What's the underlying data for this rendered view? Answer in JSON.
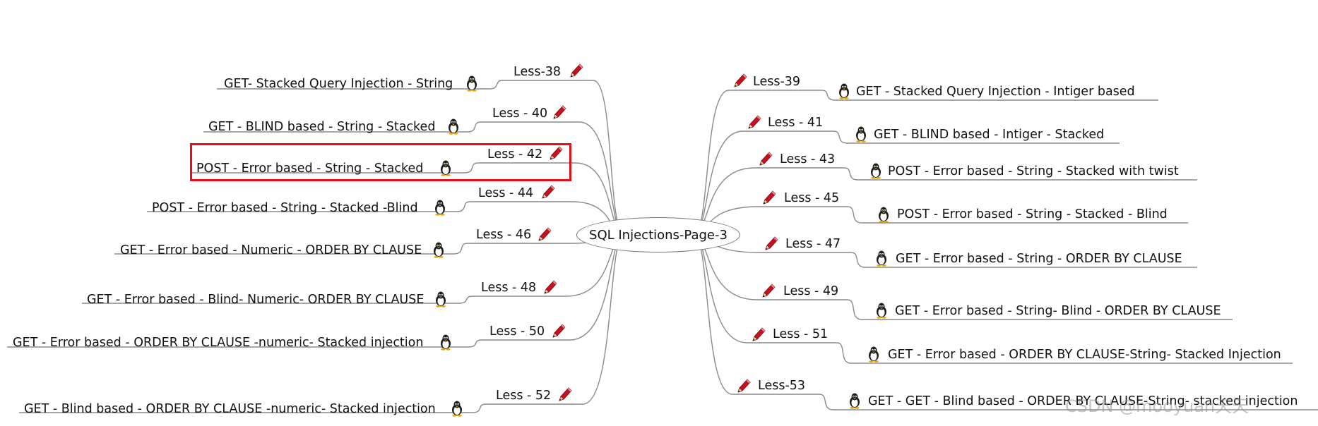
{
  "center_label": "SQL Injections-Page-3",
  "watermark": "CSDN @mooyuan天天",
  "left_branches": [
    {
      "less": "Less-38",
      "title": "GET- Stacked Query Injection - String"
    },
    {
      "less": "Less - 40",
      "title": "GET - BLIND based - String - Stacked"
    },
    {
      "less": "Less - 42",
      "title": "POST - Error based - String - Stacked"
    },
    {
      "less": "Less - 44",
      "title": "POST - Error based - String - Stacked -Blind"
    },
    {
      "less": "Less - 46",
      "title": "GET - Error based - Numeric - ORDER BY CLAUSE"
    },
    {
      "less": "Less - 48",
      "title": "GET - Error based - Blind- Numeric- ORDER BY CLAUSE"
    },
    {
      "less": "Less - 50",
      "title": "GET - Error based - ORDER BY CLAUSE -numeric- Stacked injection"
    },
    {
      "less": "Less - 52",
      "title": "GET - Blind based - ORDER BY CLAUSE -numeric- Stacked injection"
    }
  ],
  "right_branches": [
    {
      "less": "Less-39",
      "title": "GET -  Stacked Query Injection - Intiger based"
    },
    {
      "less": "Less - 41",
      "title": "GET - BLIND based - Intiger - Stacked"
    },
    {
      "less": "Less - 43",
      "title": "POST - Error based - String - Stacked with twist"
    },
    {
      "less": "Less - 45",
      "title": "POST - Error based - String - Stacked - Blind"
    },
    {
      "less": "Less - 47",
      "title": "GET - Error based - String - ORDER BY CLAUSE"
    },
    {
      "less": "Less - 49",
      "title": "GET - Error based - String- Blind - ORDER BY CLAUSE"
    },
    {
      "less": "Less - 51",
      "title": "GET - Error based - ORDER BY CLAUSE-String- Stacked Injection"
    },
    {
      "less": "Less-53",
      "title": "GET - GET - Blind based - ORDER BY CLAUSE-String- stacked injection"
    }
  ],
  "highlighted_node": "Less - 42",
  "colors": {
    "highlight": "#e30f18",
    "line": "#8a8a8a",
    "pencil": "#c8101e"
  },
  "icon_names": {
    "less_icon": "pencil-icon",
    "title_icon": "tux-penguin-icon"
  }
}
